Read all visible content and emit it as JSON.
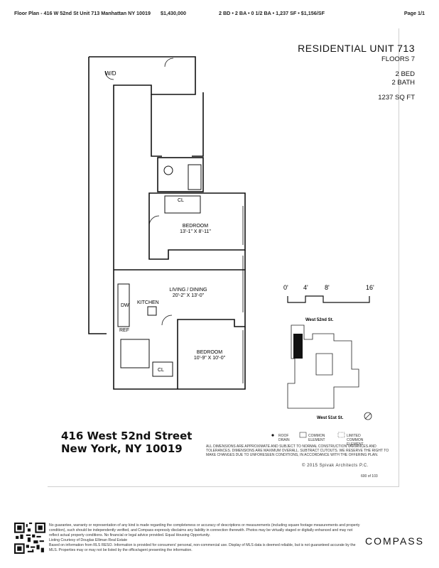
{
  "header": {
    "title": "Floor Plan - 416 W 52nd St Unit 713 Manhattan NY 10019",
    "price": "$1,430,000",
    "specs": "2 BD • 2 BA • 0 1/2 BA • 1,237 SF • $1,156/SF",
    "page": "Page 1/1"
  },
  "unit": {
    "title": "RESIDENTIAL UNIT 713",
    "floors": "FLOORS 7",
    "beds": "2 BED",
    "baths": "2 BATH",
    "sqft": "1237 SQ FT"
  },
  "plan": {
    "wd": "W/D",
    "closet1": "CL",
    "bedroom1_name": "BEDROOM",
    "bedroom1_dims": "13'-1\" X 8'-11\"",
    "living_name": "LIVING / DINING",
    "living_dims": "20'-2\" X 13'-0\"",
    "kitchen": "KITCHEN",
    "dw": "DW",
    "ref": "REF",
    "bedroom2_name": "BEDROOM",
    "bedroom2_dims": "10'-9\" X 10'-0\"",
    "closet2": "CL"
  },
  "scale": {
    "labels": [
      "0'",
      "4'",
      "8'",
      "16'"
    ]
  },
  "keyplan": {
    "north_street": "West 52nd St.",
    "south_street": "West 51st St."
  },
  "address": {
    "line1": "416 West 52nd Street",
    "line2": "New York, NY 10019"
  },
  "legend": {
    "roof_drain": "ROOF DRAIN",
    "common": "COMMON ELEMENT",
    "limited": "LIMITED COMMON ELEMENT"
  },
  "disclaimer": "ALL DIMENSIONS ARE APPROXIMATE AND SUBJECT TO NORMAL CONSTRUCTION VARIANCES AND TOLERANCES. DIMENSIONS ARE MAXIMUM OVERALL. SUBTRACT CUTOUTS. WE RESERVE THE RIGHT TO MAKE CHANGES DUE TO UNFORESEEN CONDITIONS, IN ACCORDANCE WITH THE OFFERING PLAN.",
  "copyright": "© 2015 Spivak Architects P.C.",
  "sheet_ref": "600 of 103",
  "footer": {
    "p1": "No guarantee, warranty or representation of any kind is made regarding the completeness or accuracy of descriptions or measurements (including square footage measurements and property condition), such should be independently verified, and Compass expressly disclaims any liability in connection therewith. Photos may be virtually staged or digitally enhanced and may not reflect actual property conditions. No financial or legal advice provided. Equal Housing Opportunity.",
    "p2": "Listing Courtesy of Douglas Elliman Real Estate",
    "p3": "Based on information from RLS RESO. Information is provided for consumers' personal, non-commercial use. Display of MLS data is deemed reliable, but is not guaranteed accurate by the MLS. Properties may or may not be listed by the office/agent presenting the information.",
    "brand": "COMPASS"
  }
}
